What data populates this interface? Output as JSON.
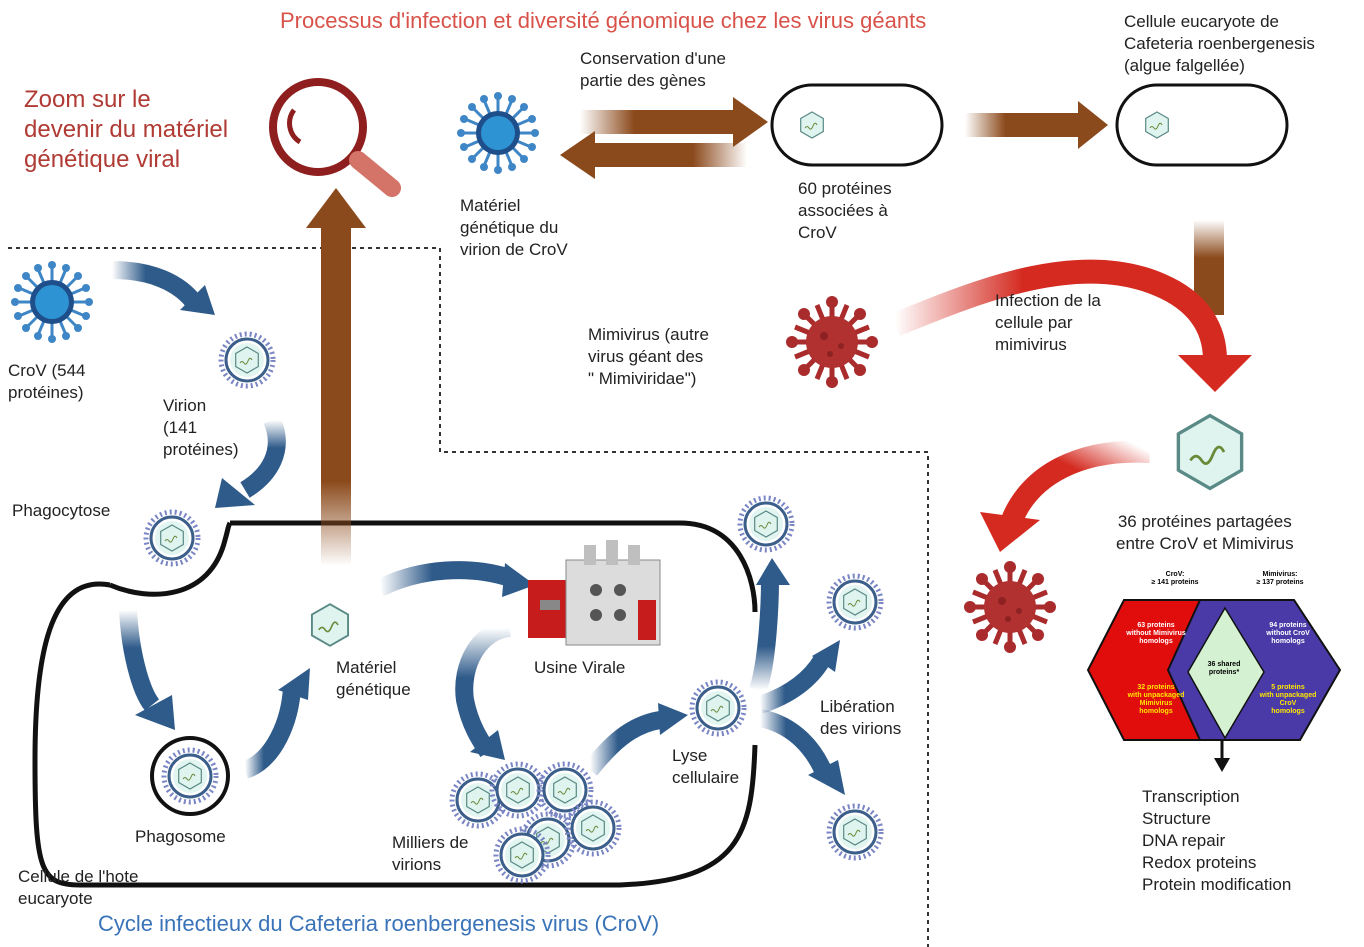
{
  "title_top": "Processus d'infection et diversité génomique chez les virus géants",
  "title_bottom": "Cycle infectieux du Cafeteria roenbergenesis virus (CroV)",
  "zoom_label": [
    "Zoom sur le",
    "devenir du matériel",
    "génétique viral"
  ],
  "top": {
    "conservation": [
      "Conservation d'une",
      "partie des gènes"
    ],
    "eukaryote_cell": [
      "Cellule eucaryote de",
      "Cafeteria roenbergenesis",
      "(algue falgellée)"
    ],
    "crov_material": [
      "Matériel",
      "génétique du",
      "virion de CroV"
    ],
    "proteins_60": [
      "60 protéines",
      "associées à",
      "CroV"
    ],
    "mimivirus": [
      "Mimivirus (autre",
      "virus géant des",
      "\" Mimiviridae\")"
    ],
    "infection": [
      "Infection de la",
      "cellule par",
      "mimivirus"
    ],
    "shared": [
      "36 protéines partagées",
      "entre CroV et Mimivirus"
    ]
  },
  "cycle": {
    "crov": [
      "CroV (544",
      "protéines)"
    ],
    "virion": [
      "Virion",
      "(141",
      "protéines)"
    ],
    "phagocytose": "Phagocytose",
    "phagosome": "Phagosome",
    "genetic_material": [
      "Matériel",
      "génétique"
    ],
    "factory": "Usine Virale",
    "thousands": [
      "Milliers de",
      "virions"
    ],
    "lysis": [
      "Lyse",
      "cellulaire"
    ],
    "release": [
      "Libération",
      "des virions"
    ],
    "host_cell": [
      "Cellule de l'hote",
      "eucaryote"
    ]
  },
  "venn": {
    "crov_header": [
      "CroV:",
      "≥ 141 proteins"
    ],
    "mimi_header": [
      "Mimivirus:",
      "≥ 137 proteins"
    ],
    "left_top": [
      "63 proteins",
      "without Mimivirus",
      "homologs"
    ],
    "left_bottom": [
      "32 proteins",
      "with unpackaged",
      "Mimivirus",
      "homologs"
    ],
    "center": [
      "36 shared",
      "proteins*"
    ],
    "right_top": [
      "94 proteins",
      "without CroV",
      "homologs"
    ],
    "right_bottom": [
      "5 proteins",
      "with unpackaged",
      "CroV",
      "homologs"
    ],
    "colors": {
      "crov": "#e10d0d",
      "mimi": "#4a3aa8",
      "shared": "#d4f2d2"
    }
  },
  "functions": [
    "Transcription",
    "Structure",
    "DNA repair",
    "Redox proteins",
    "Protein modification"
  ],
  "colors": {
    "blue_arrow": "#2f5b8a",
    "brown_arrow": "#8b4a1c",
    "red_arrow": "#d42a20",
    "virus_red": "#a92b2b",
    "virus_blue": "#2d79b8"
  }
}
